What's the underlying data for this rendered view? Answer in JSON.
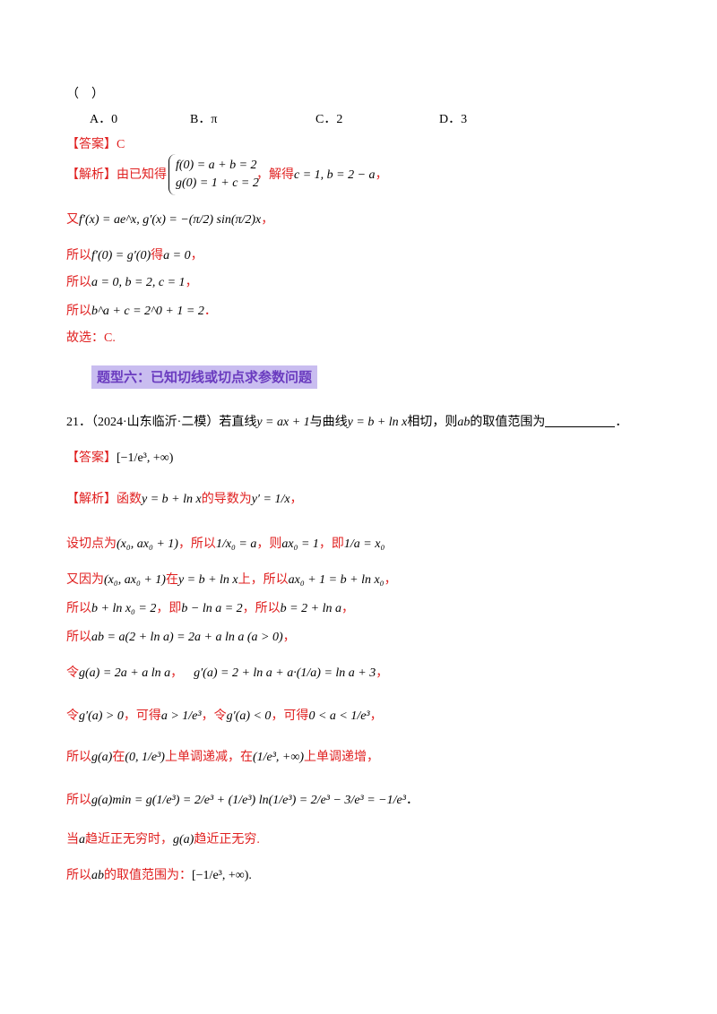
{
  "question_header": "（　）",
  "options": [
    {
      "label": "A．0"
    },
    {
      "label": "B．π"
    },
    {
      "label": "C．2"
    },
    {
      "label": "D．3"
    }
  ],
  "answer20": {
    "tag": "【答案】",
    "value": "C"
  },
  "solution20": {
    "tag": "【解析】",
    "line1_prefix": "由已知得",
    "sys_eq1": "f(0) = a + b = 2",
    "sys_eq2": "g(0) = 1 + c = 2",
    "line1_mid": "，解得",
    "line1_result": "c = 1, b = 2 − a",
    "line1_end": "，",
    "line2_prefix": "又",
    "line2_math": "f′(x) = ae^x, g′(x) = −(π/2) sin(π/2)x",
    "line2_end": "，",
    "line3_prefix": "所以",
    "line3_math": "f′(0) = g′(0)",
    "line3_mid": "得",
    "line3_result": "a = 0",
    "line3_end": "，",
    "line4_prefix": "所以",
    "line4_math": "a = 0, b = 2, c = 1",
    "line4_end": "，",
    "line5_prefix": "所以",
    "line5_math": "b^a + c = 2^0 + 1 = 2",
    "line5_end": "．",
    "conclusion": "故选：C."
  },
  "section_title": "题型六：已知切线或切点求参数问题",
  "q21": {
    "number": "21．",
    "source": "（2024·山东临沂·二模）",
    "text1": "若直线",
    "line_eq": "y = ax + 1",
    "text2": "与曲线",
    "curve_eq": "y = b + ln x",
    "text3": "相切，则",
    "ab": "ab",
    "text4": "的取值范围为",
    "end": "．"
  },
  "answer21": {
    "tag": "【答案】",
    "value": "[−1/e³, +∞)"
  },
  "solution21": {
    "tag": "【解析】",
    "l1": [
      "函数",
      "y = b + ln x",
      "的导数为",
      "y′ = 1/x",
      "，"
    ],
    "l2": [
      "设切点为",
      "(x₀, ax₀ + 1)",
      "，所以",
      "1/x₀ = a",
      "，则",
      "ax₀ = 1",
      "，即",
      "1/a = x₀"
    ],
    "l3": [
      "又因为",
      "(x₀, ax₀ + 1)",
      "在",
      "y = b + ln x",
      "上，所以",
      "ax₀ + 1 = b + ln x₀",
      "，"
    ],
    "l4": [
      "所以",
      "b + ln x₀ = 2",
      "，即",
      "b − ln a = 2",
      "，所以",
      "b = 2 + ln a",
      "，"
    ],
    "l5": [
      "所以",
      "ab = a(2 + ln a) = 2a + a ln a (a > 0)",
      "，"
    ],
    "l6": [
      "令",
      "g(a) = 2a + a ln a",
      "，",
      "g′(a) = 2 + ln a + a·(1/a) = ln a + 3",
      "，"
    ],
    "l7": [
      "令",
      "g′(a) > 0",
      "，可得",
      "a > 1/e³",
      "，令",
      "g′(a) < 0",
      "，可得",
      "0 < a < 1/e³",
      "，"
    ],
    "l8": [
      "所以",
      "g(a)",
      "在",
      "(0, 1/e³)",
      "上单调递减，在",
      "(1/e³, +∞)",
      "上单调递增，"
    ],
    "l9": [
      "所以",
      "g(a)min = g(1/e³) = 2/e³ + (1/e³) ln(1/e³) = 2/e³ − 3/e³ = −1/e³",
      "．"
    ],
    "l10": [
      "当",
      "a",
      "趋近正无穷时，",
      "g(a)",
      "趋近正无穷."
    ],
    "l11": [
      "所以",
      "ab",
      "的取值范围为：",
      "[−1/e³, +∞)",
      "."
    ]
  },
  "colors": {
    "solution_text": "#e02020",
    "section_band": "#c9bdf0",
    "section_text": "#6a3bbf"
  }
}
